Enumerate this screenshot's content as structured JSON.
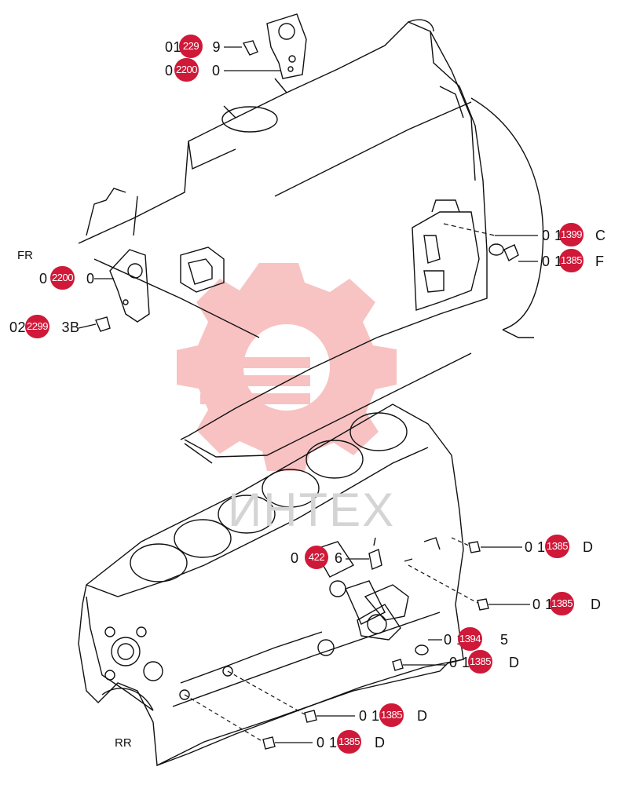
{
  "directions": {
    "front": "FR",
    "rear": "RR"
  },
  "watermark": {
    "text": "ИНТЕХ",
    "color": "#f07a7a"
  },
  "badge_color": "#d01838",
  "callouts": [
    {
      "id": "c1",
      "label": "01",
      "badge": "229",
      "suffix": "9"
    },
    {
      "id": "c2",
      "label": "0",
      "badge": "2200",
      "suffix": "0"
    },
    {
      "id": "c3",
      "label": "0",
      "badge": "2200",
      "suffix": "0"
    },
    {
      "id": "c4",
      "label": "02",
      "badge": "2299",
      "suffix": "3B"
    },
    {
      "id": "c5",
      "label": "0 1",
      "badge": "1399",
      "suffix": "C"
    },
    {
      "id": "c6",
      "label": "0 1",
      "badge": "1385",
      "suffix": "F"
    },
    {
      "id": "c7",
      "label": "0",
      "badge": "422",
      "suffix": "6"
    },
    {
      "id": "c8",
      "label": "0 1",
      "badge": "1385",
      "suffix": "D"
    },
    {
      "id": "c9",
      "label": "0 1",
      "badge": "1385",
      "suffix": "D"
    },
    {
      "id": "c10",
      "label": "0 1",
      "badge": "1394",
      "suffix": "5"
    },
    {
      "id": "c11",
      "label": "0 1",
      "badge": "1385",
      "suffix": "D"
    },
    {
      "id": "c12",
      "label": "0 1",
      "badge": "1385",
      "suffix": "D"
    },
    {
      "id": "c13",
      "label": "0 1",
      "badge": "1385",
      "suffix": "D"
    }
  ]
}
